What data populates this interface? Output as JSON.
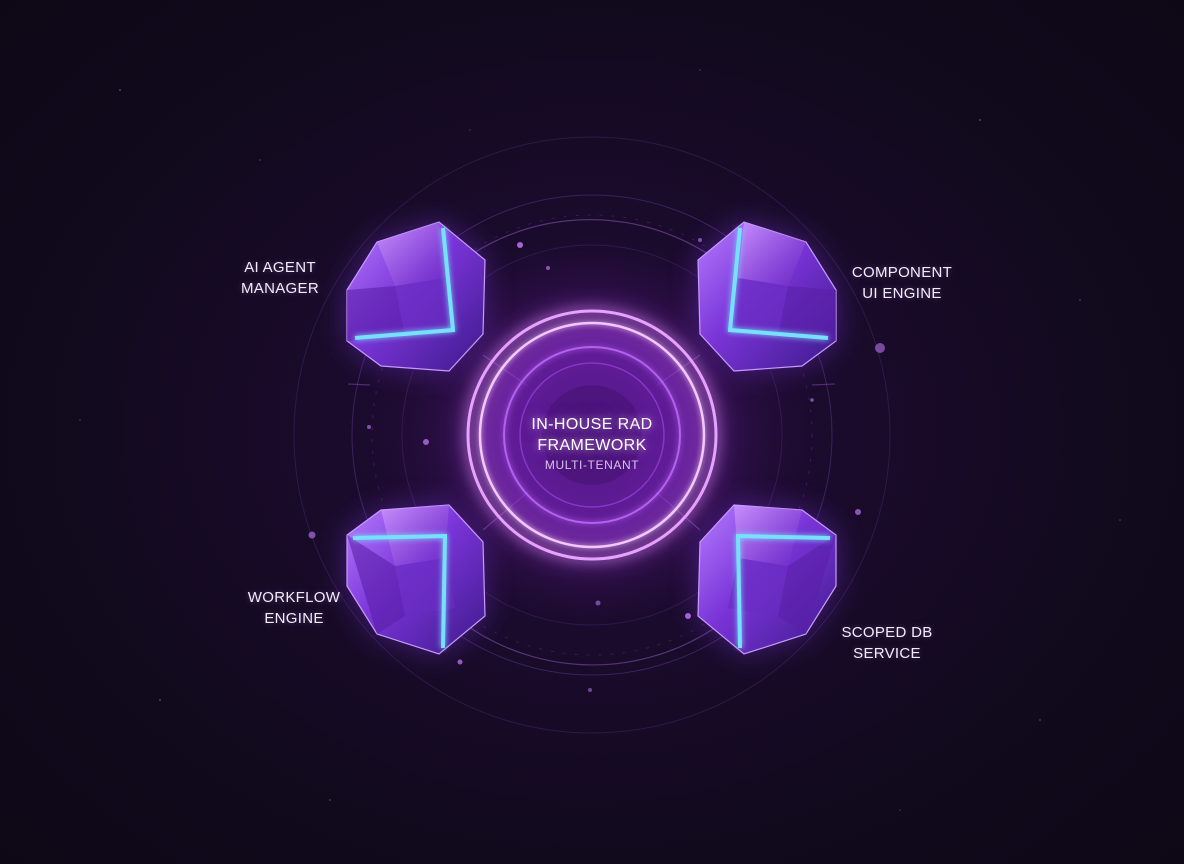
{
  "hub": {
    "title_line1": "IN-HOUSE RAD",
    "title_line2": "FRAMEWORK",
    "subtitle": "MULTI-TENANT"
  },
  "modules": {
    "ai_agent_manager": {
      "line1": "AI AGENT",
      "line2": "MANAGER"
    },
    "component_ui_engine": {
      "line1": "COMPONENT",
      "line2": "UI ENGINE"
    },
    "workflow_engine": {
      "line1": "WORKFLOW",
      "line2": "ENGINE"
    },
    "scoped_db_service": {
      "line1": "SCOPED DB",
      "line2": "SERVICE"
    }
  },
  "colors": {
    "background": "#0d0716",
    "hub_glow": "#c04bff",
    "crystal_fill": "#7a3bd6",
    "crystal_edge_accent": "#6fd8ff",
    "text": "#f2eef8"
  }
}
